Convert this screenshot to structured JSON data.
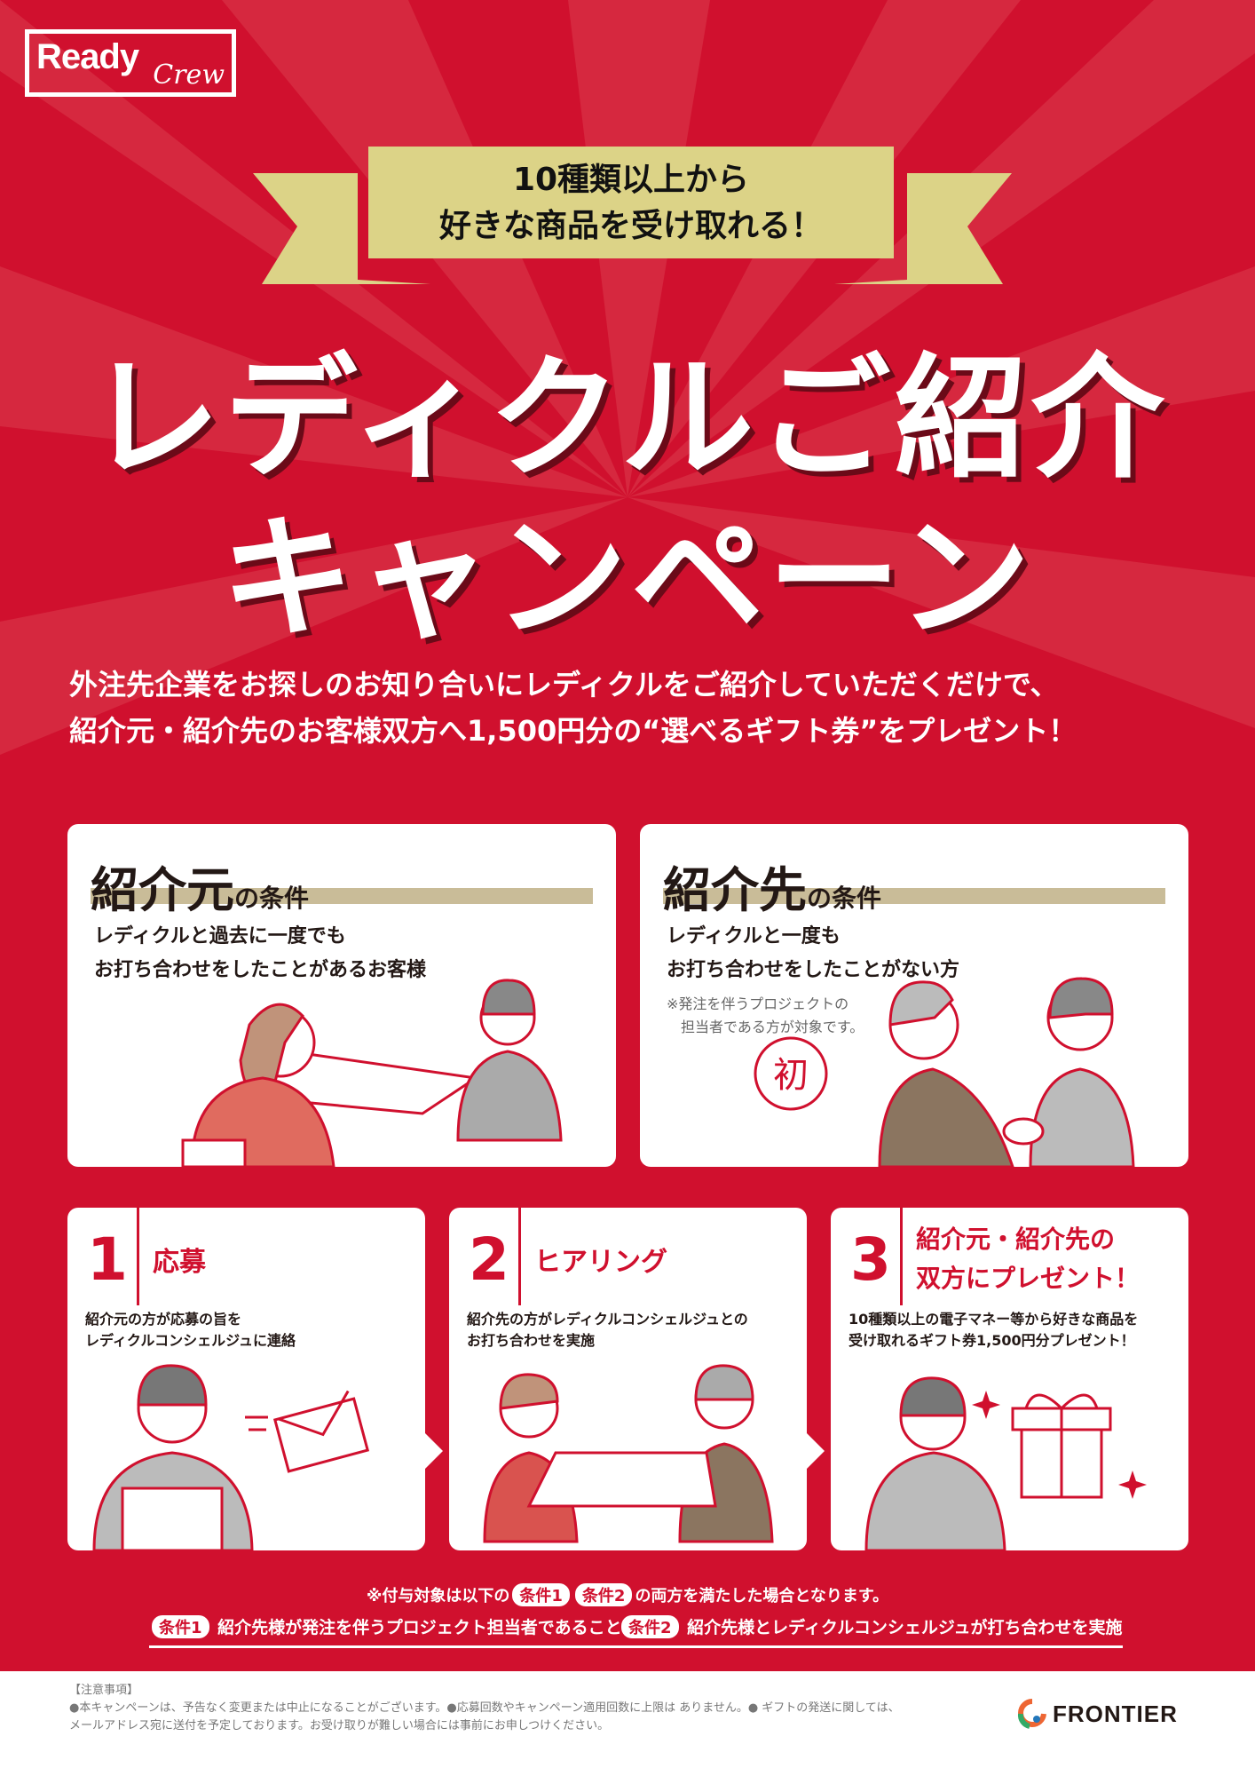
{
  "logo": {
    "ready": "Ready",
    "crew": "Crew"
  },
  "banner": {
    "line1": "10種類以上から",
    "line2": "好きな商品を受け取れる！"
  },
  "title": {
    "line1": "レディクルご紹介",
    "line2": "キャンペーン"
  },
  "description": {
    "line1": "外注先企業をお探しのお知り合いにレディクルをご紹介していただくだけで、",
    "line2": "紹介元・紹介先のお客様双方へ1,500円分の“選べるギフト券”をプレゼント！"
  },
  "conditions": [
    {
      "big": "紹介元",
      "small": "の条件",
      "line1": "レディクルと過去に一度でも",
      "line2": "お打ち合わせをしたことがあるお客様"
    },
    {
      "big": "紹介先",
      "small": "の条件",
      "line1": "レディクルと一度も",
      "line2": "お打ち合わせをしたことがない方",
      "note1": "※発注を伴うプロジェクトの",
      "note2": "担当者である方が対象です。",
      "stamp": "初"
    }
  ],
  "steps": [
    {
      "num": "1",
      "title": "応募",
      "title2": "",
      "desc1": "紹介元の方が応募の旨を",
      "desc2": "レディクルコンシェルジュに連絡"
    },
    {
      "num": "2",
      "title": "ヒアリング",
      "title2": "",
      "desc1": "紹介先の方がレディクルコンシェルジュとの",
      "desc2": "お打ち合わせを実施"
    },
    {
      "num": "3",
      "title": "紹介元・紹介先の",
      "title2": "双方にプレゼント！",
      "desc1": "10種類以上の電子マネー等から好きな商品を",
      "desc2": "受け取れるギフト券1,500円分プレゼント！"
    }
  ],
  "eligibility": {
    "prefix": "※付与対象は以下の",
    "pill1": "条件1",
    "pill2": "条件2",
    "suffix": "の両方を満たした場合となります。",
    "cond1_label": "条件1",
    "cond1_text": "紹介先様が発注を伴うプロジェクト担当者であること",
    "cond2_label": "条件2",
    "cond2_text": "紹介先様とレディクルコンシェルジュが打ち合わせを実施"
  },
  "footer": {
    "heading": "【注意事項】",
    "line1": "●本キャンペーンは、予告なく変更または中止になることがございます。●応募回数やキャンペーン適用回数に上限は ありません。● ギフトの発送に関しては、",
    "line2": "メールアドレス宛に送付を予定しております。お受け取りが難しい場合には事前にお申しつけください。",
    "brand": "FRONTIER"
  },
  "colors": {
    "red": "#d0102e",
    "gold": "#dcd387",
    "beige": "#c9bc98"
  }
}
